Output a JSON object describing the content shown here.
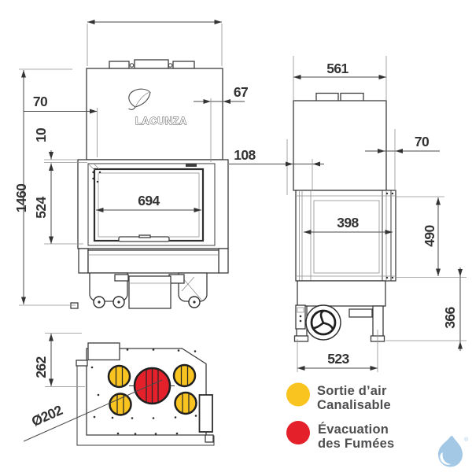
{
  "drawing": {
    "brand_logo": "LACUNZA",
    "front_view": {
      "dim_top_offset": "70",
      "dim_right_offset": "67",
      "dim_gap": "10",
      "dim_total_height": "1460",
      "dim_glass_height": "524",
      "dim_glass_width": "694"
    },
    "side_view": {
      "dim_top_width": "561",
      "dim_front_offset": "70",
      "dim_back_offset": "108",
      "dim_glass_width": "398",
      "dim_glass_height": "490",
      "dim_base_height": "366",
      "dim_base_width": "523"
    },
    "top_view": {
      "dim_center_offset": "262",
      "dim_flue_diameter": "Ø202"
    }
  },
  "legend": {
    "items": [
      {
        "icon": "yellow-circle",
        "line1": "Sortie d’air",
        "line2": "Canalisable"
      },
      {
        "icon": "red-circle",
        "line1": "Évacuation",
        "line2": "des Fumées"
      }
    ]
  },
  "watermark": {
    "registered_mark": "®"
  },
  "colors": {
    "air_outlet_yellow": "#F9C320",
    "smoke_red": "#E4212B",
    "logo_blue": "#A2C8E6",
    "line_dark": "#3d3d3d",
    "dim_text": "#333333",
    "legend_text": "#4E4E50"
  }
}
